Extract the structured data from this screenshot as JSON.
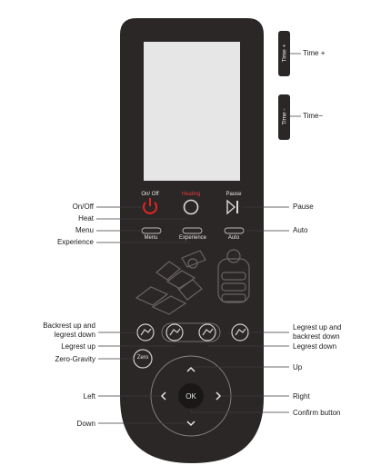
{
  "remote": {
    "side_buttons": {
      "time_plus": "Time +",
      "time_minus": "Time -"
    },
    "top_row": {
      "onoff": "On/ Off",
      "heating": "Heating",
      "pause": "Pause"
    },
    "mid_row": {
      "menu": "Menu",
      "experience": "Experience",
      "auto": "Auto"
    },
    "zero_gravity": "Zero",
    "ok": "OK",
    "colors": {
      "body": "#2b2727",
      "screen": "#e6e6e6",
      "power": "#e02424",
      "heating": "#e03a3a",
      "text_on_remote": "#e6e6e6"
    }
  },
  "callouts": {
    "time_plus": "Time +",
    "time_minus": "Time−",
    "onoff": "On/Off",
    "heat": "Heat",
    "menu": "Menu",
    "experience": "Experience",
    "pause": "Pause",
    "auto": "Auto",
    "backrest_up_legrest_down": [
      "Backrest up and",
      "legrest down"
    ],
    "legrest_up": "Legrest up",
    "zero_gravity": "Zero-Gravity",
    "left": "Left",
    "down": "Down",
    "legrest_up_backrest_down": [
      "Legrest up and",
      "backrest down"
    ],
    "legrest_down": "Legrest down",
    "up": "Up",
    "right": "Right",
    "confirm": "Confirm button"
  }
}
